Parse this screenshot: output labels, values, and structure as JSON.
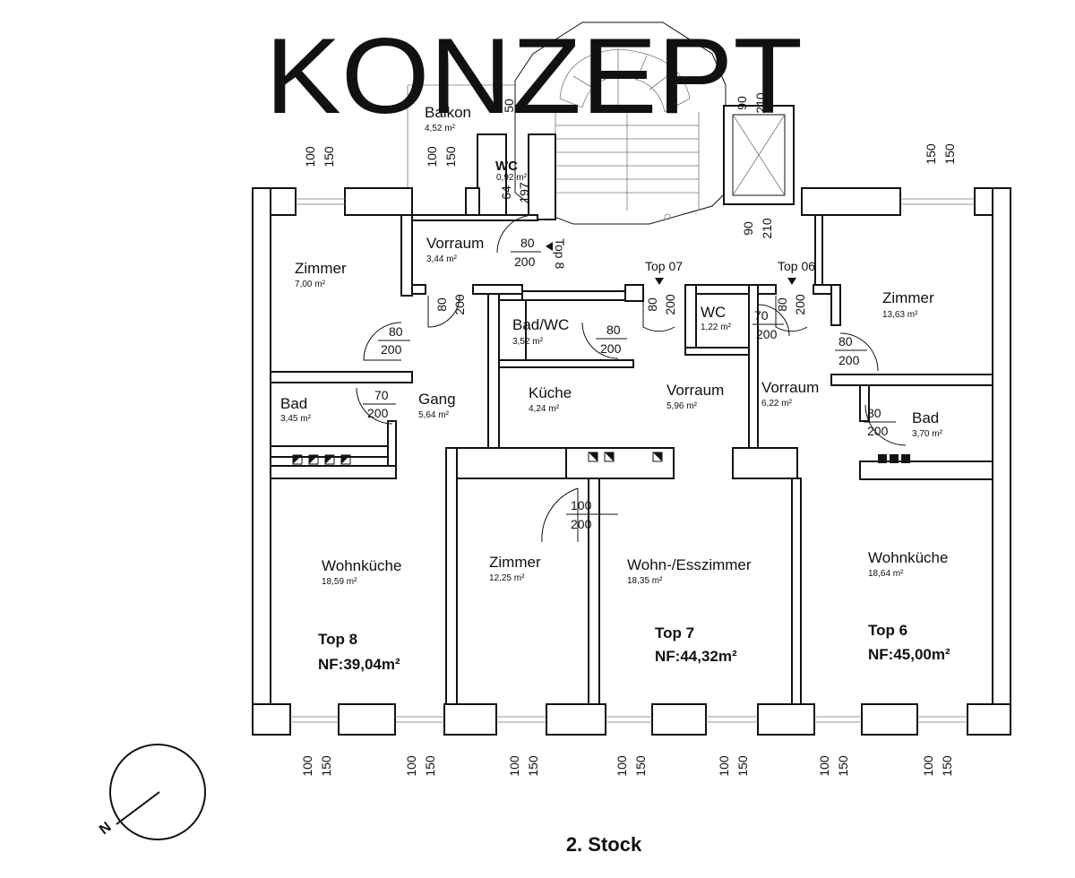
{
  "watermark": "KONZEPT",
  "floor_label": "2. Stock",
  "north_label": "N",
  "rooms": [
    {
      "name": "Balkon",
      "area": "4,52 m²"
    },
    {
      "name": "WC",
      "area": "0,92 m²"
    },
    {
      "name": "Vorraum",
      "area": "3,44 m²"
    },
    {
      "name": "Zimmer",
      "area": "7,00 m²"
    },
    {
      "name": "Bad",
      "area": "3,45 m²"
    },
    {
      "name": "Gang",
      "area": "5,64 m²"
    },
    {
      "name": "Bad/WC",
      "area": "3,52 m²"
    },
    {
      "name": "Küche",
      "area": "4,24 m²"
    },
    {
      "name": "Vorraum",
      "area": "5,96 m²"
    },
    {
      "name": "WC",
      "area": "1,22 m²"
    },
    {
      "name": "Vorraum",
      "area": "6,22 m²"
    },
    {
      "name": "Zimmer",
      "area": "13,63 m²"
    },
    {
      "name": "Bad",
      "area": "3,70 m²"
    },
    {
      "name": "Wohnküche",
      "area": "18,59 m²"
    },
    {
      "name": "Zimmer",
      "area": "12,25 m²"
    },
    {
      "name": "Wohn-/Esszimmer",
      "area": "18,35 m²"
    },
    {
      "name": "Wohnküche",
      "area": "18,64 m²"
    }
  ],
  "units": [
    {
      "name": "Top 8",
      "nf": "NF:39,04m²"
    },
    {
      "name": "Top 7",
      "nf": "NF:44,32m²"
    },
    {
      "name": "Top 6",
      "nf": "NF:45,00m²"
    }
  ],
  "entry_tags": [
    "Top 8",
    "Top 07",
    "Top 06"
  ],
  "dims": {
    "d50": "50",
    "d64": "64",
    "d70": "70",
    "d80": "80",
    "d90": "90",
    "d100": "100",
    "d150": "150",
    "d197": "197",
    "d200": "200",
    "d210": "210"
  }
}
